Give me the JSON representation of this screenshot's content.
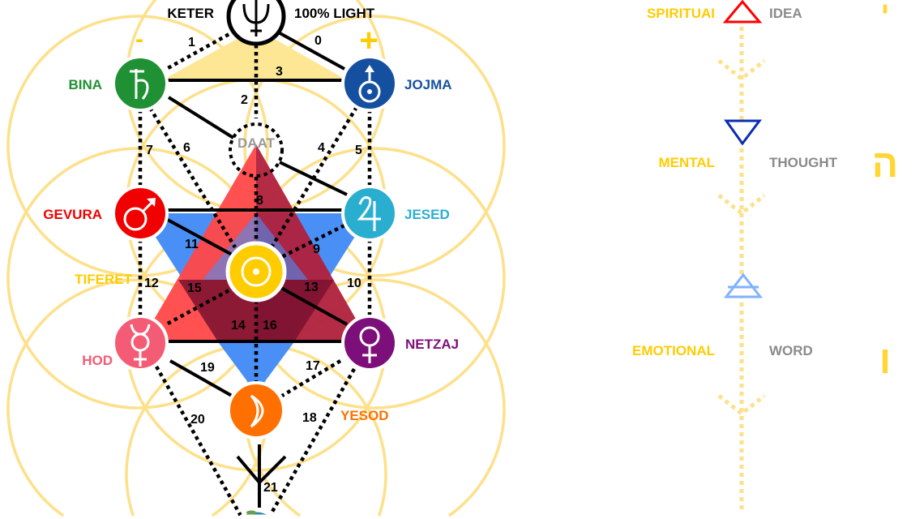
{
  "tree": {
    "keter": {
      "label": "KETER",
      "note": "100% LIGHT",
      "symbol": "neptune-icon"
    },
    "polarity": {
      "minus": "-",
      "plus": "+"
    },
    "sefirot": [
      {
        "label": "BINA",
        "color": "#1f9033",
        "symbol": "saturn-icon"
      },
      {
        "label": "JOJMA",
        "color": "#1550a0",
        "symbol": "uranus-icon"
      },
      {
        "label": "DAAT",
        "color": "#999999"
      },
      {
        "label": "GEVURA",
        "color": "#f00000",
        "symbol": "mars-icon"
      },
      {
        "label": "JESED",
        "color": "#2aaed0",
        "symbol": "jupiter-icon"
      },
      {
        "label": "TIFERET",
        "color": "#ffcc00",
        "symbol": "sun-icon"
      },
      {
        "label": "HOD",
        "color": "#f45c75",
        "symbol": "mercury-icon"
      },
      {
        "label": "NETZAJ",
        "color": "#7d0f7a",
        "symbol": "venus-icon"
      },
      {
        "label": "YESOD",
        "color": "#ff7000",
        "symbol": "moon-icon"
      }
    ],
    "paths": [
      "0",
      "1",
      "2",
      "3",
      "4",
      "5",
      "6",
      "7",
      "8",
      "9",
      "10",
      "11",
      "12",
      "13",
      "14",
      "15",
      "16",
      "17",
      "18",
      "19",
      "20",
      "21"
    ]
  },
  "levels": [
    {
      "plane": "SPIRITUAI",
      "concept": "IDEA",
      "letter": "י",
      "color": "#ff0000"
    },
    {
      "plane": "MENTAL",
      "concept": "THOUGHT",
      "letter": "ה",
      "color": "#0a2db0"
    },
    {
      "plane": "EMOTIONAL",
      "concept": "WORD",
      "letter": "ו",
      "color": "#7fb2ff"
    }
  ]
}
